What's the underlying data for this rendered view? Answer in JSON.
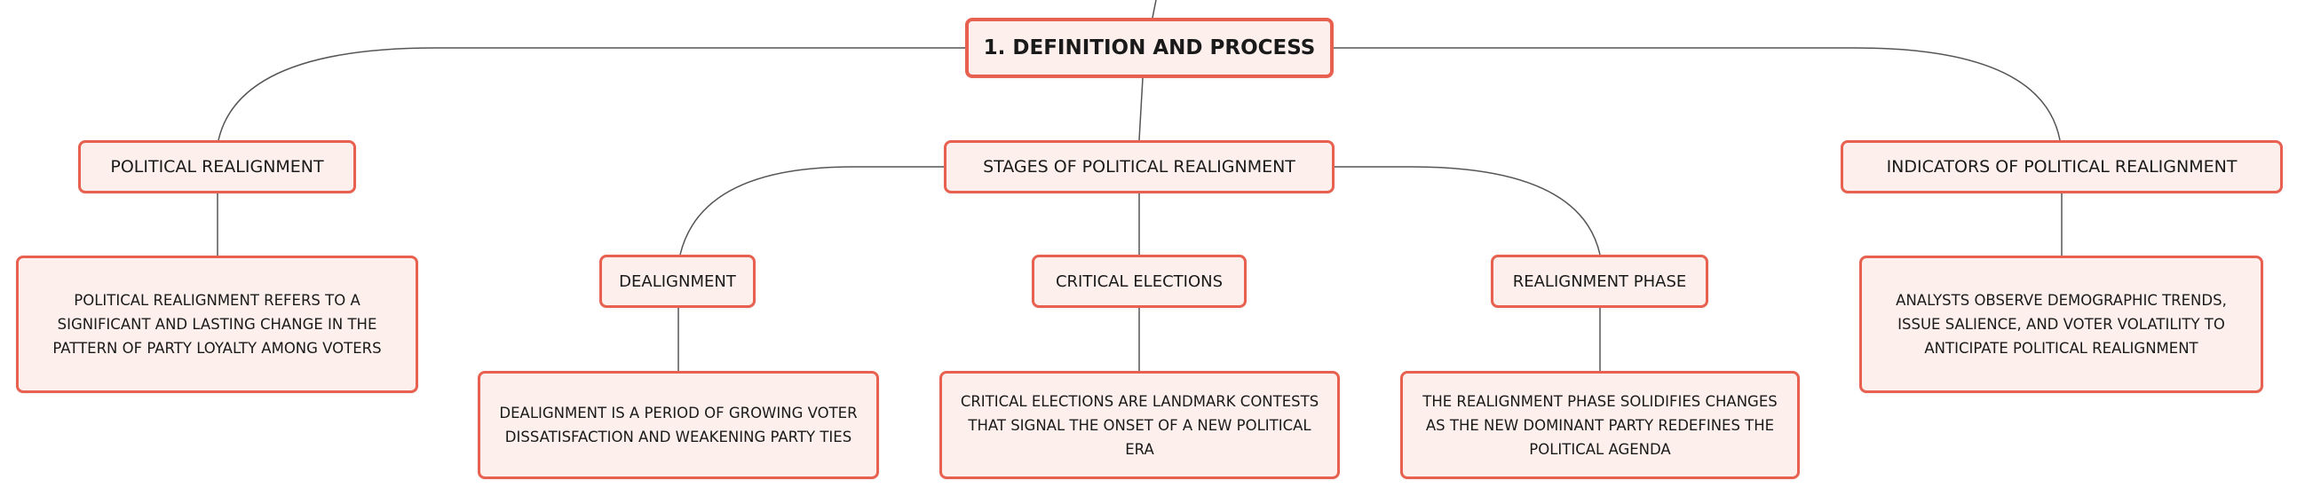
{
  "root": {
    "label": "1. DEFINITION AND PROCESS"
  },
  "political_realignment": {
    "label": "POLITICAL REALIGNMENT",
    "description": "POLITICAL REALIGNMENT REFERS TO A SIGNIFICANT AND LASTING CHANGE IN THE PATTERN OF PARTY LOYALTY AMONG VOTERS"
  },
  "stages": {
    "label": "STAGES OF POLITICAL REALIGNMENT",
    "dealignment": {
      "label": "DEALIGNMENT",
      "description": "DEALIGNMENT IS A PERIOD OF GROWING VOTER DISSATISFACTION AND WEAKENING PARTY TIES"
    },
    "critical_elections": {
      "label": "CRITICAL ELECTIONS",
      "description": "CRITICAL ELECTIONS ARE LANDMARK CONTESTS THAT SIGNAL THE ONSET OF A NEW POLITICAL ERA"
    },
    "realignment_phase": {
      "label": "REALIGNMENT PHASE",
      "description": "THE REALIGNMENT PHASE SOLIDIFIES CHANGES AS THE NEW DOMINANT PARTY REDEFINES THE POLITICAL AGENDA"
    }
  },
  "indicators": {
    "label": "INDICATORS OF POLITICAL REALIGNMENT",
    "description": "ANALYSTS OBSERVE DEMOGRAPHIC TRENDS, ISSUE SALIENCE, AND VOTER VOLATILITY TO ANTICIPATE POLITICAL REALIGNMENT"
  },
  "colors": {
    "node_fill": "#fdf0ec",
    "node_border": "#e8604f",
    "connector": "#555555"
  }
}
